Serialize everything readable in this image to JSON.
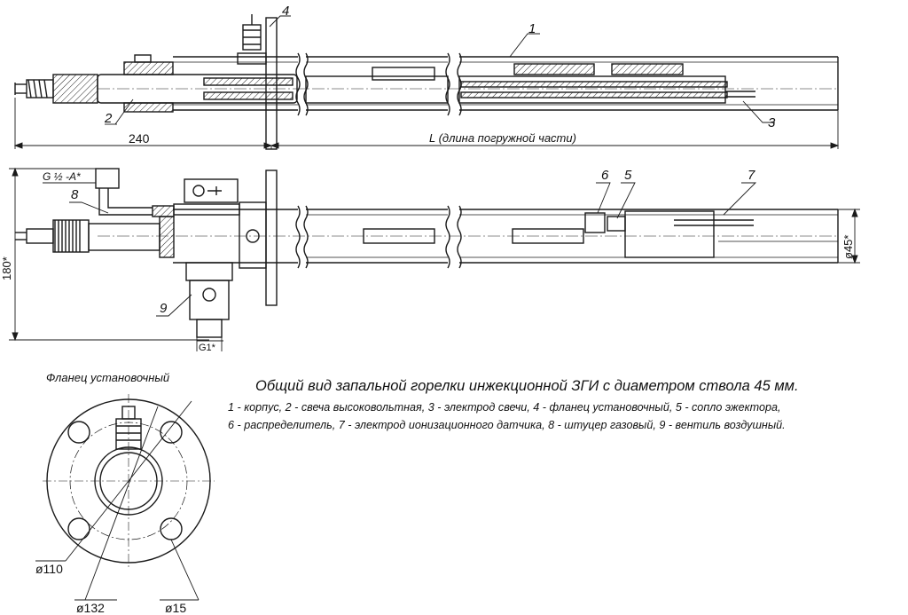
{
  "labels": {
    "top_dims": {
      "d240": "240",
      "l_part": "L (длина погружной части)"
    },
    "mid_dims": {
      "d180": "180*",
      "d45": "ø45*",
      "g_a": "G ½ -A*",
      "g1": "G1*"
    },
    "flange_dims": {
      "d110": "ø110",
      "d132": "ø132",
      "d15": "ø15"
    },
    "callouts": {
      "c1": "1",
      "c2": "2",
      "c3": "3",
      "c4": "4",
      "c5": "5",
      "c6": "6",
      "c7": "7",
      "c8": "8",
      "c9": "9"
    }
  },
  "captions": {
    "flange_title": "Фланец установочный",
    "title": "Общий вид запальной горелки инжекционной ЗГИ с диаметром ствола  45 мм.",
    "legend_line1": "1 - корпус, 2 - свеча высоковольтная, 3 - электрод свечи, 4 - фланец установочный, 5 - сопло эжектора,",
    "legend_line2": "6 - распределитель, 7 - электрод ионизационного датчика, 8 - штуцер газовый, 9 - вентиль воздушный."
  }
}
